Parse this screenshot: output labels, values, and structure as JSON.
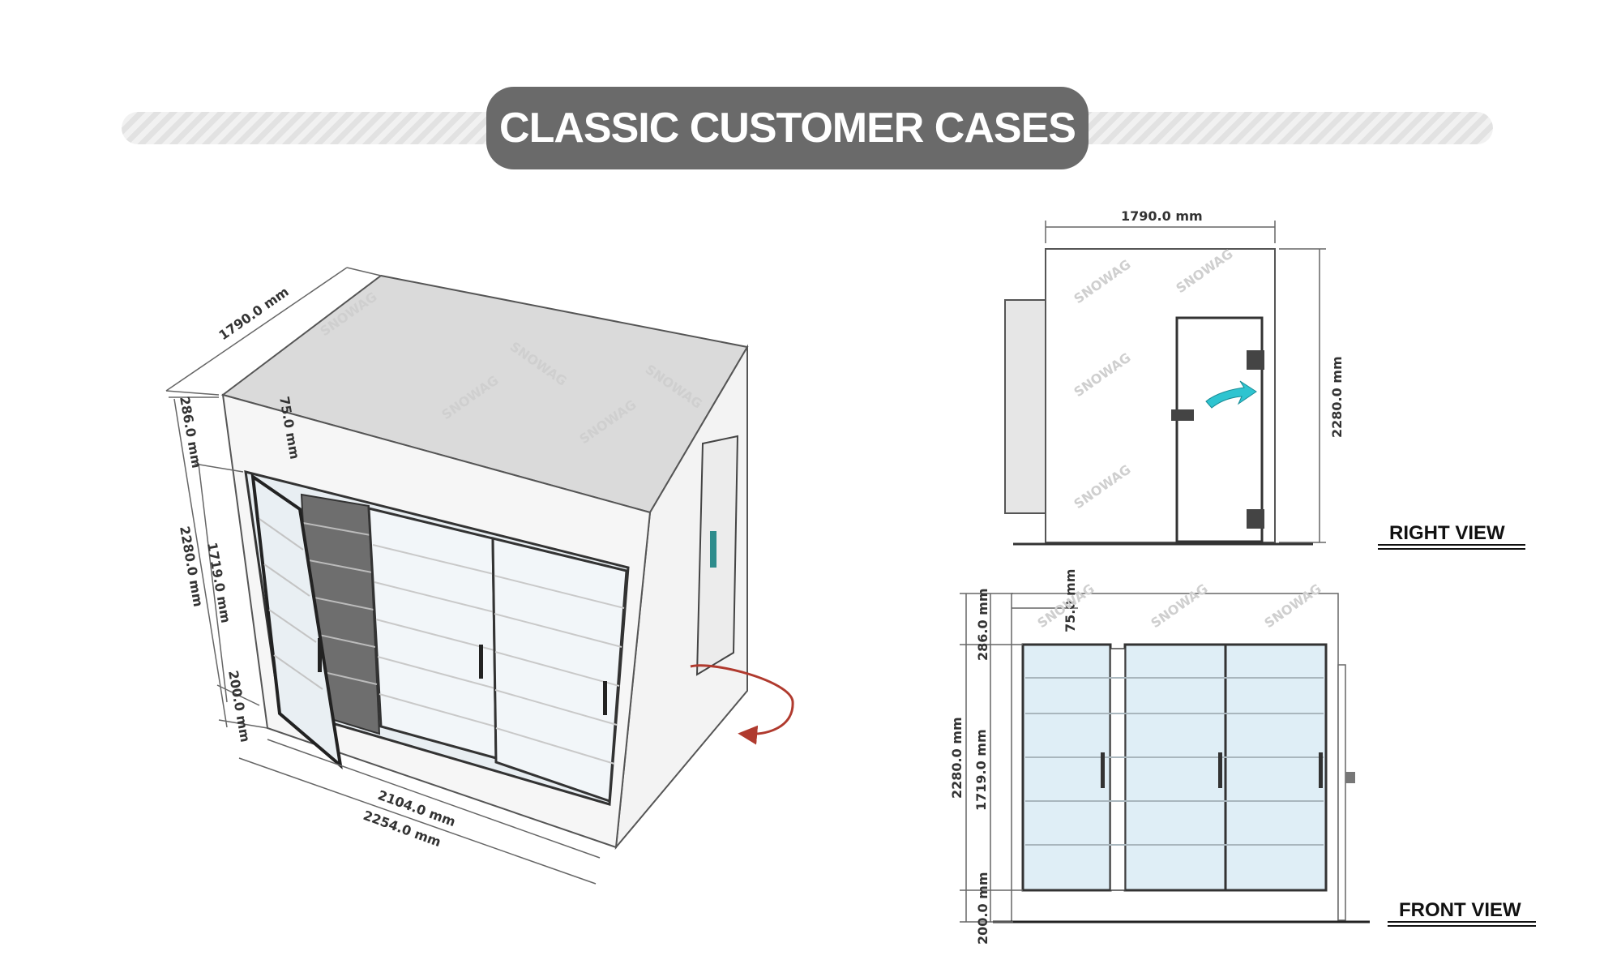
{
  "banner": {
    "title": "CLASSIC CUSTOMER CASES"
  },
  "isometric": {
    "depth_dim": "1790.0 mm",
    "top_band_dim": "286.0 mm",
    "panel_dim": "75.0 mm",
    "total_height_dim": "2280.0 mm",
    "door_height_dim": "1719.0 mm",
    "bottom_dim": "200.0 mm",
    "inner_width_dim": "2104.0 mm",
    "outer_width_dim": "2254.0 mm"
  },
  "right_view": {
    "label": "RIGHT VIEW",
    "width_dim": "1790.0 mm",
    "height_dim": "2280.0 mm"
  },
  "front_view": {
    "label": "FRONT VIEW",
    "panel_dim": "75.0 mm",
    "top_band_dim": "286.0 mm",
    "total_height_dim": "2280.0 mm",
    "door_height_dim": "1719.0 mm",
    "bottom_dim": "200.0 mm"
  },
  "watermark": "SNOWAG"
}
